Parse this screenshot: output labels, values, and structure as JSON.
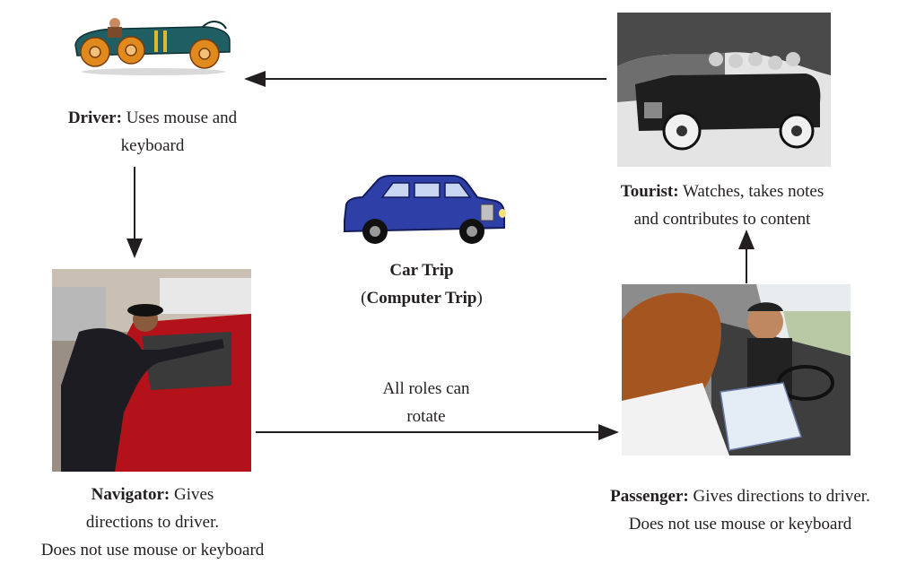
{
  "driver": {
    "role": "Driver:",
    "desc_line1": "Uses mouse and",
    "desc_line2": "keyboard"
  },
  "tourist": {
    "role": "Tourist:",
    "desc_line1": "Watches, takes notes",
    "desc_line2": "and contributes to content"
  },
  "center": {
    "title": "Car Trip",
    "paren_open": "(",
    "subtitle": "Computer Trip",
    "paren_close": ")"
  },
  "navigator": {
    "role": "Navigator:",
    "desc_line1": "Gives",
    "desc_line2": "directions to driver.",
    "desc_line3": "Does not use mouse or keyboard"
  },
  "passenger": {
    "role": "Passenger:",
    "desc_line1": "Gives directions to driver.",
    "desc_line2": "Does not use mouse or keyboard"
  },
  "rotate_note": {
    "line1": "All roles can",
    "line2": "rotate"
  },
  "colors": {
    "arrow": "#231f20",
    "taxi_blue": "#2f3fa8",
    "toy_car_teal": "#1f5e63",
    "wheel_orange": "#e08a1e",
    "red_car": "#b3121a"
  }
}
